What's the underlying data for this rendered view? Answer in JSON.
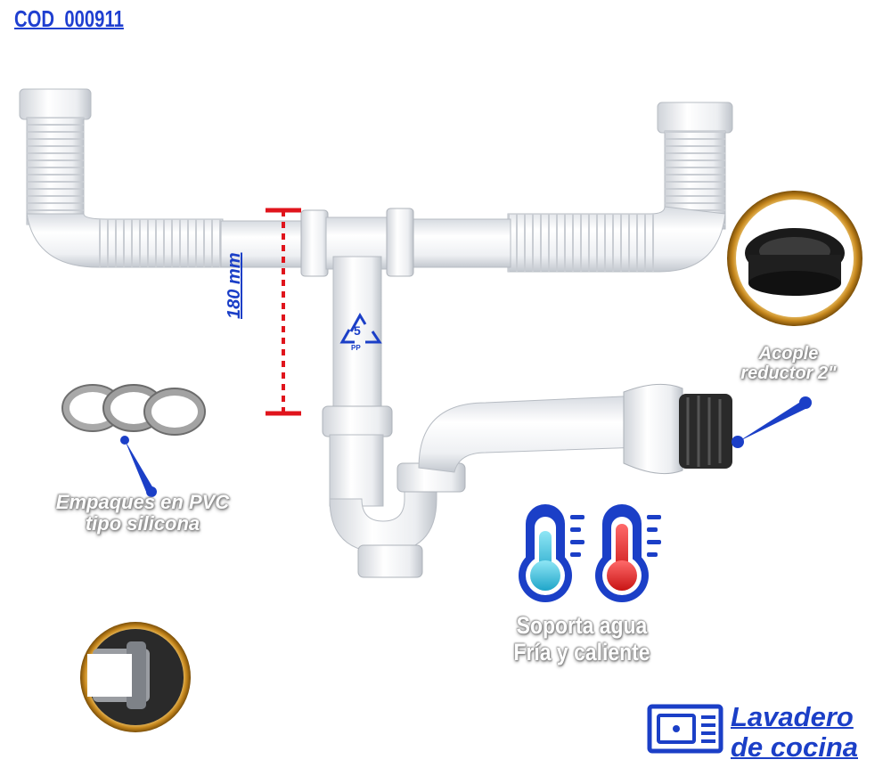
{
  "product_code": "COD_000911",
  "dimension_label": "180 mm",
  "recycle_mark": {
    "number": "5",
    "material": "PP"
  },
  "callouts": {
    "gaskets": [
      "Empaques en PVC",
      "tipo silicona"
    ],
    "coupler": [
      "Acople",
      "reductor 2\""
    ],
    "temperature": [
      "Soporta agua",
      "Fría y caliente"
    ]
  },
  "brand": {
    "line1": "Lavadero",
    "line2": "de cocina"
  },
  "colors": {
    "accent_blue": "#1b3fc7",
    "dimension_red": "#e0141c",
    "gold_ring": "#d4a23a",
    "pipe_white": "#f2f4f7",
    "cold": "#49c3e0",
    "hot": "#e02a2a"
  }
}
